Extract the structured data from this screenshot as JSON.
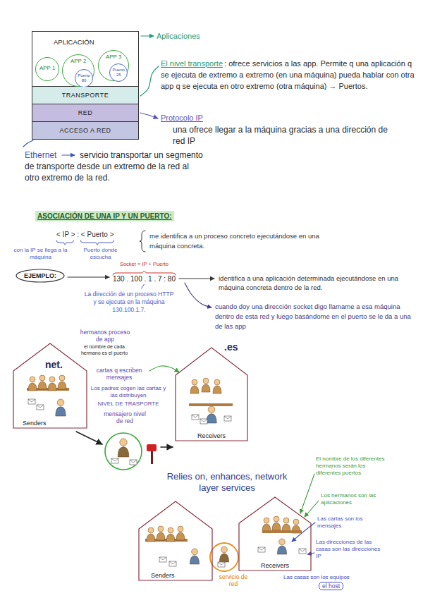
{
  "diagram": {
    "nodes": [
      {
        "text": [
          "APLICACIÓN"
        ]
      },
      {
        "text": [
          "APP 1"
        ],
        "in": 0
      },
      {
        "text": [
          "APP 2"
        ],
        "in": 0
      },
      {
        "text": [
          "Puerto 80"
        ],
        "in": 2
      },
      {
        "text": [
          "APP 3"
        ],
        "in": 0
      },
      {
        "text": [
          "Puerto 25"
        ],
        "in": 4
      },
      {
        "text": [
          "TRANSPORTE"
        ]
      },
      {
        "text": [
          "RED"
        ]
      },
      {
        "text": [
          "ACCESO A RED"
        ]
      },
      {
        "text": [
          "EJEMPLO:"
        ]
      },
      {
        "text": [
          "Senders"
        ]
      },
      {
        "text": [
          "Receivers"
        ]
      },
      {
        "text": [
          "Senders"
        ]
      },
      {
        "text": [
          "Receivers"
        ]
      },
      {
        "text": [
          "el host"
        ]
      }
    ],
    "labels": [
      "Aplicaciones",
      "El nivel transporte",
      ": ofrece servicios a las app. Permite q una aplicación q se ejecuta de extremo a extremo (en una máquina) pueda hablar con otra app q se ejecuta en otro extremo (otra máquina) → Puertos.",
      "Protocolo IP",
      "una ofrece llegar a la máquina gracias a una dirección de red IP",
      "Ethernet",
      "servicio transportar un segmento de transporte desde un extremo de la red al otro extremo de la red.",
      "ASOCIACIÓN DE UNA IP Y UN PUERTO:",
      "< IP > : < Puerto >",
      "me identifica a un proceso concreto ejecutándose en una máquina concreta.",
      "con la IP se llega a la máquina",
      "Puerto donde escucha",
      "Socket = IP + Puerto",
      "130 . 100 . 1 . 7 : 80",
      "identifica a una aplicación determinada ejecutándose en una máquina concreta dentro de la red.",
      "La dirección de un proceso HTTP y se ejecuta en la máquina 130.100.1.7.",
      "cuando doy una dirección socket digo llamame a esa máquina dentro de esta red y luego basándome en el puerto se le da a una de las app",
      "hermanos proceso de app",
      "el nombre de cada hermano es el puerto",
      "net.",
      "cartas q escriben mensajes",
      ".es",
      "Los padres cogen las cartas y las distribuyen",
      "NIVEL DE TRASPORTE",
      "mensajero nivel de red",
      "Relies on, enhances, network layer services",
      "servicio de red",
      "El nombre de los diferentes hermanos serán los diferentes puertos",
      "Los hermanos son las aplicaciones",
      "Las cartas son los mensajes",
      "Las direcciones de las casas son las direcciones IP",
      "Las casas son los equipos"
    ]
  }
}
